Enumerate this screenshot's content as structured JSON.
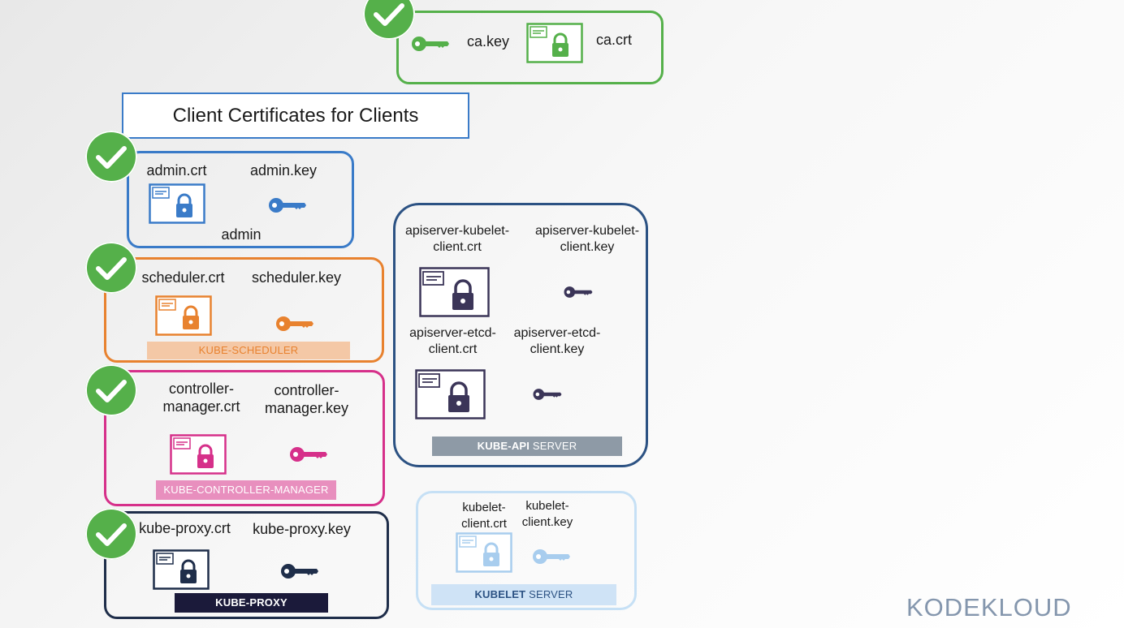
{
  "ca": {
    "key_label": "ca.key",
    "crt_label": "ca.crt"
  },
  "title": "Client Certificates for Clients",
  "admin": {
    "crt_label": "admin.crt",
    "key_label": "admin.key",
    "name": "admin"
  },
  "scheduler": {
    "crt_label": "scheduler.crt",
    "key_label": "scheduler.key",
    "bar_label": "KUBE-SCHEDULER"
  },
  "controller": {
    "crt_label": "controller-\nmanager.crt",
    "key_label": "controller-\nmanager.key",
    "bar_label": "KUBE-CONTROLLER-MANAGER"
  },
  "proxy": {
    "crt_label": "kube-proxy.crt",
    "key_label": "kube-proxy.key",
    "bar_label": "KUBE-PROXY"
  },
  "apiserver": {
    "kubelet_crt_label": "apiserver-kubelet-\nclient.crt",
    "kubelet_key_label": "apiserver-kubelet-\nclient.key",
    "etcd_crt_label": "apiserver-etcd-\nclient.crt",
    "etcd_key_label": "apiserver-etcd-\nclient.key",
    "bar_bold": "KUBE-API",
    "bar_rest": " SERVER"
  },
  "kubelet": {
    "crt_label": "kubelet-\nclient.crt",
    "key_label": "kubelet-\nclient.key",
    "bar_bold": "KUBELET",
    "bar_rest": " SERVER"
  },
  "logo": "KODEKLOUD",
  "colors": {
    "green": "#55b04a",
    "blue": "#3a7bc8",
    "orange": "#e8822f",
    "magenta": "#d6308a",
    "navy": "#1f2e4a",
    "api_border": "#2c5283",
    "api_icon": "#3b3558",
    "light_blue": "#a8cdee",
    "kubelet_bar": "#cfe3f6"
  },
  "icons": [
    "check-icon",
    "key-icon",
    "certificate-icon"
  ]
}
